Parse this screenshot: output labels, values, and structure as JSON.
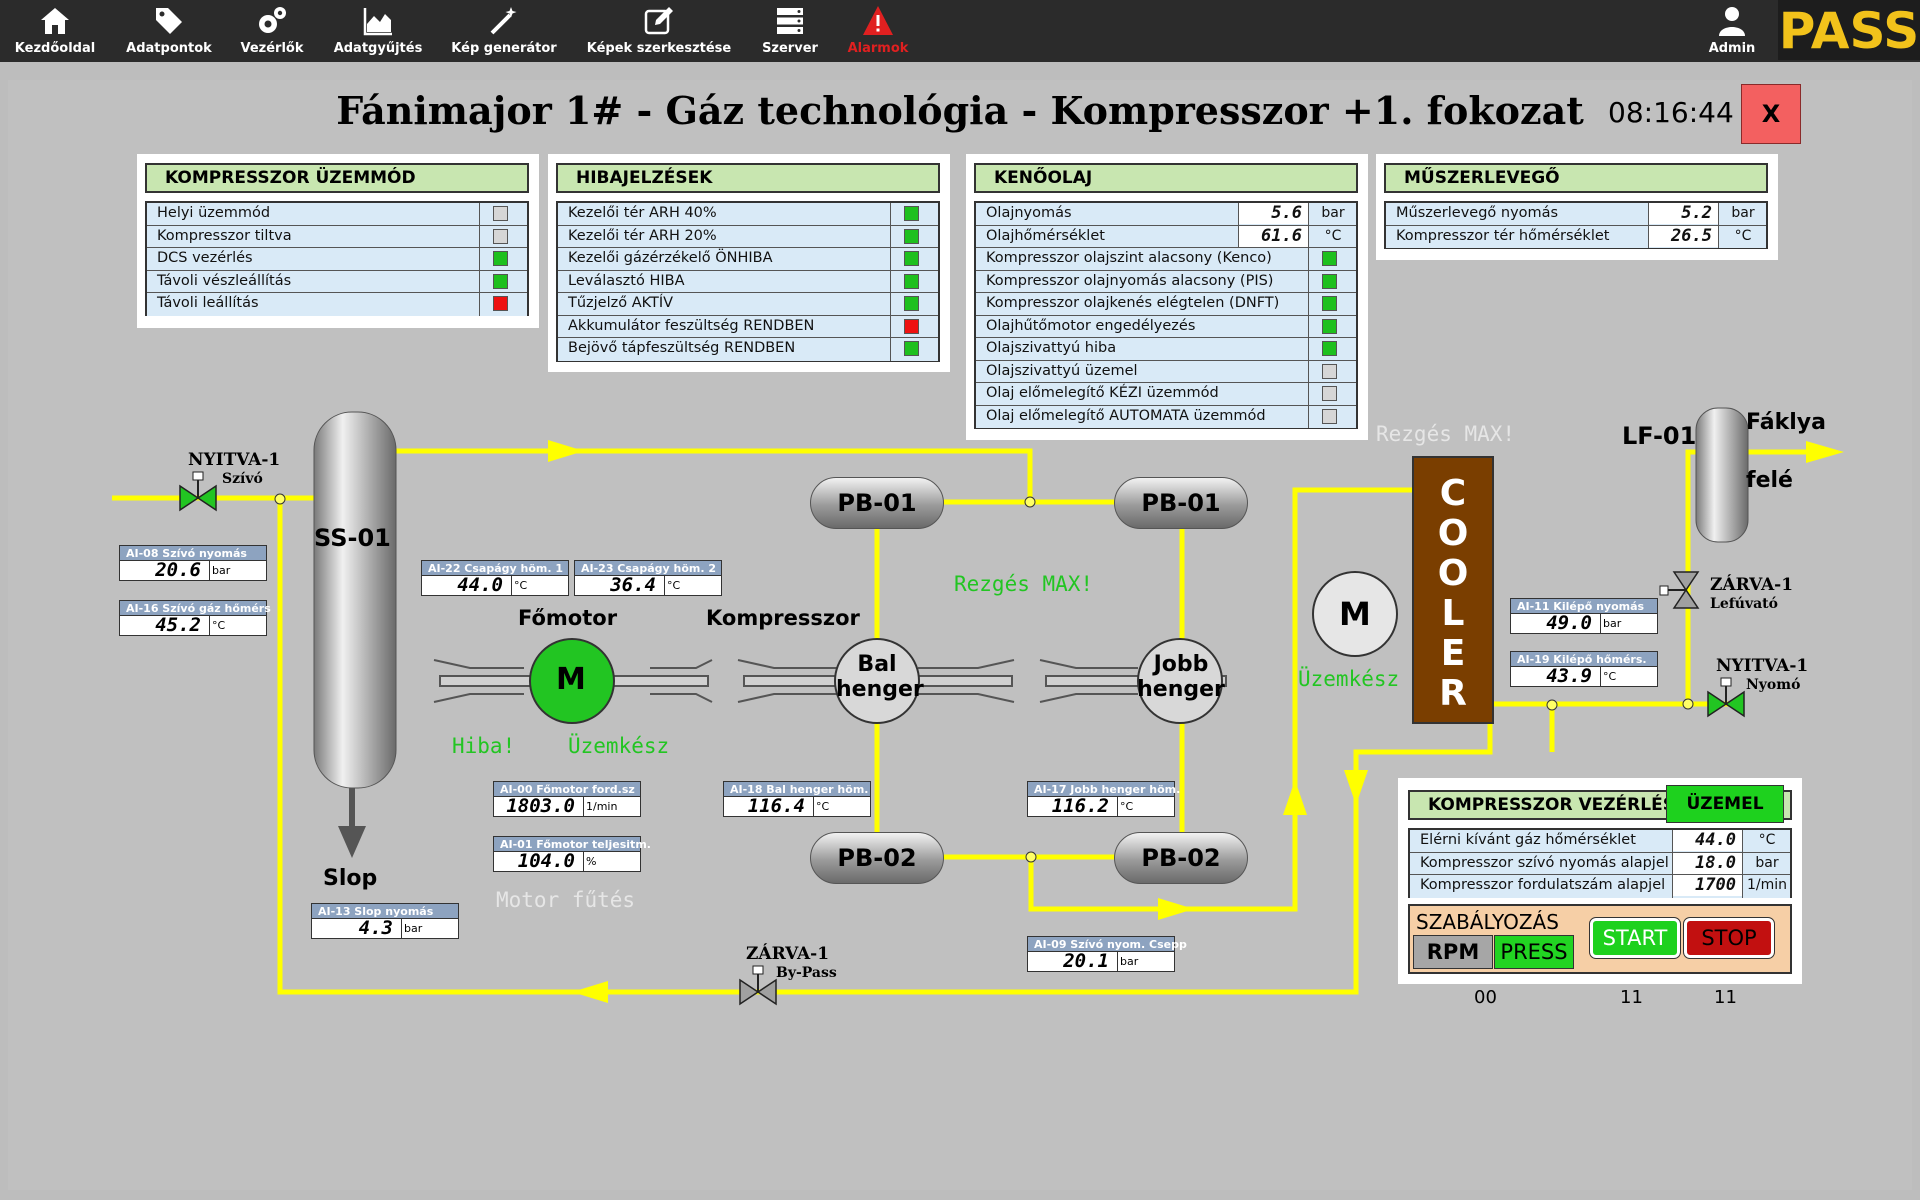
{
  "nav": {
    "items": [
      {
        "label": "Kezdőoldal"
      },
      {
        "label": "Adatpontok"
      },
      {
        "label": "Vezérlők"
      },
      {
        "label": "Adatgyűjtés"
      },
      {
        "label": "Kép generátor"
      },
      {
        "label": "Képek szerkesztése"
      },
      {
        "label": "Szerver"
      },
      {
        "label": "Alarmok"
      }
    ],
    "admin_label": "Admin",
    "logo_text": "PASS",
    "alarm_color": "#e02020",
    "logo_color": "#f2c21b"
  },
  "header": {
    "title": "Fánimajor 1#  -  Gáz technológia - Kompresszor  +1. fokozat",
    "clock": "08:16:44",
    "close_label": "X"
  },
  "mode_panel": {
    "title": "KOMPRESSZOR ÜZEMMÓD",
    "rows": [
      {
        "label": "Helyi üzemmód",
        "status": "gray"
      },
      {
        "label": "Kompresszor tiltva",
        "status": "gray"
      },
      {
        "label": "DCS vezérlés",
        "status": "green"
      },
      {
        "label": "Távoli vészleállítás",
        "status": "green"
      },
      {
        "label": "Távoli leállítás",
        "status": "red"
      }
    ]
  },
  "fault_panel": {
    "title": "HIBAJELZÉSEK",
    "rows": [
      {
        "label": "Kezelői tér ARH 40%",
        "status": "green"
      },
      {
        "label": "Kezelői tér ARH 20%",
        "status": "green"
      },
      {
        "label": "Kezelői gázérzékelő ÖNHIBA",
        "status": "green"
      },
      {
        "label": "Leválasztó HIBA",
        "status": "green"
      },
      {
        "label": "Tűzjelző AKTÍV",
        "status": "green"
      },
      {
        "label": "Akkumulátor feszültség RENDBEN",
        "status": "red"
      },
      {
        "label": "Bejövő tápfeszültség RENDBEN",
        "status": "green"
      }
    ]
  },
  "oil_panel": {
    "title": "KENŐOLAJ",
    "values": [
      {
        "label": "Olajnyomás",
        "value": "5.6",
        "unit": "bar"
      },
      {
        "label": "Olajhőmérséklet",
        "value": "61.6",
        "unit": "°C"
      }
    ],
    "rows": [
      {
        "label": "Kompresszor olajszint alacsony (Kenco)",
        "status": "green"
      },
      {
        "label": "Kompresszor olajnyomás alacsony (PIS)",
        "status": "green"
      },
      {
        "label": "Kompresszor olajkenés elégtelen (DNFT)",
        "status": "green"
      },
      {
        "label": "Olajhűtőmotor engedélyezés",
        "status": "green"
      },
      {
        "label": "Olajszivattyú hiba",
        "status": "green"
      },
      {
        "label": "Olajszivattyú üzemel",
        "status": "gray"
      },
      {
        "label": "Olaj előmelegítő KÉZI üzemmód",
        "status": "gray"
      },
      {
        "label": "Olaj előmelegítő AUTOMATA üzemmód",
        "status": "gray"
      }
    ]
  },
  "air_panel": {
    "title": "MŰSZERLEVEGŐ",
    "values": [
      {
        "label": "Műszerlevegő nyomás",
        "value": "5.2",
        "unit": "bar"
      },
      {
        "label": "Kompresszor tér hőmérséklet",
        "value": "26.5",
        "unit": "°C"
      }
    ]
  },
  "tags": {
    "ai08": {
      "name": "AI-08  Szívó nyomás",
      "value": "20.6",
      "unit": "bar"
    },
    "ai16": {
      "name": "AI-16  Szívó gáz hőmérs",
      "value": "45.2",
      "unit": "°C"
    },
    "ai22": {
      "name": "AI-22  Csapágy höm. 1",
      "value": "44.0",
      "unit": "°C"
    },
    "ai23": {
      "name": "AI-23  Csapágy höm. 2",
      "value": "36.4",
      "unit": "°C"
    },
    "ai00": {
      "name": "AI-00  Főmotor ford.sz",
      "value": "1803.0",
      "unit": "1/min"
    },
    "ai01": {
      "name": "AI-01  Főmotor teljesitm.",
      "value": "104.0",
      "unit": "%"
    },
    "ai18": {
      "name": "AI-18  Bal henger höm.",
      "value": "116.4",
      "unit": "°C"
    },
    "ai17": {
      "name": "AI-17  Jobb henger höm.",
      "value": "116.2",
      "unit": "°C"
    },
    "ai09": {
      "name": "AI-09  Szívó nyom. Csepp",
      "value": "20.1",
      "unit": "bar"
    },
    "ai13": {
      "name": "AI-13  Slop nyomás",
      "value": "4.3",
      "unit": "bar"
    },
    "ai11": {
      "name": "AI-11  Kilépő nyomás",
      "value": "49.0",
      "unit": "bar"
    },
    "ai19": {
      "name": "AI-19  Kilépő hőmérs.",
      "value": "43.9",
      "unit": "°C"
    }
  },
  "process": {
    "suction_valve": {
      "state": "NYITVA-1",
      "name": "Szívó"
    },
    "bypass_valve": {
      "state": "ZÁRVA-1",
      "name": "By-Pass"
    },
    "vent_valve": {
      "state": "ZÁRVA-1",
      "name": "Lefúvató"
    },
    "pressure_valve": {
      "state": "NYITVA-1",
      "name": "Nyomó"
    },
    "separator": "SS-01",
    "slop": "Slop",
    "main_motor_label": "Főmotor",
    "compressor_label": "Kompresszor",
    "motor_letter": "M",
    "main_motor_error": "Hiba!",
    "main_motor_ready": "Üzemkész",
    "motor_heating": "Motor fűtés",
    "left_cylinder": [
      "Bal",
      "henger"
    ],
    "right_cylinder": [
      "Jobb",
      "henger"
    ],
    "pb01": "PB-01",
    "pb02": "PB-02",
    "vibration_center": "Rezgés MAX!",
    "vibration_cooler": "Rezgés MAX!",
    "cooler_motor_ready": "Üzemkész",
    "cooler": "COOLER",
    "lf01": "LF-01",
    "flare": [
      "Fáklya",
      "felé"
    ],
    "pipe_color": "#ffff00",
    "valve_open_color": "#22c522",
    "valve_closed_color": "#a0a0a0",
    "motor_on_color": "#22c522",
    "cooler_color": "#7a3e00"
  },
  "control_panel": {
    "title": "KOMPRESSZOR VEZÉRLÉS",
    "state": "ÜZEMEL",
    "values": [
      {
        "label": "Elérni kívánt gáz hőmérséklet",
        "value": "44.0",
        "unit": "°C"
      },
      {
        "label": "Kompresszor szívó nyomás alapjel",
        "value": "18.0",
        "unit": "bar"
      },
      {
        "label": "Kompresszor fordulatszám alapjel",
        "value": "1700",
        "unit": "1/min"
      }
    ],
    "regulation_title": "SZABÁLYOZÁS",
    "rpm_label": "RPM",
    "press_label": "PRESS",
    "start_label": "START",
    "stop_label": "STOP",
    "codes": [
      "00",
      "11",
      "11"
    ]
  }
}
